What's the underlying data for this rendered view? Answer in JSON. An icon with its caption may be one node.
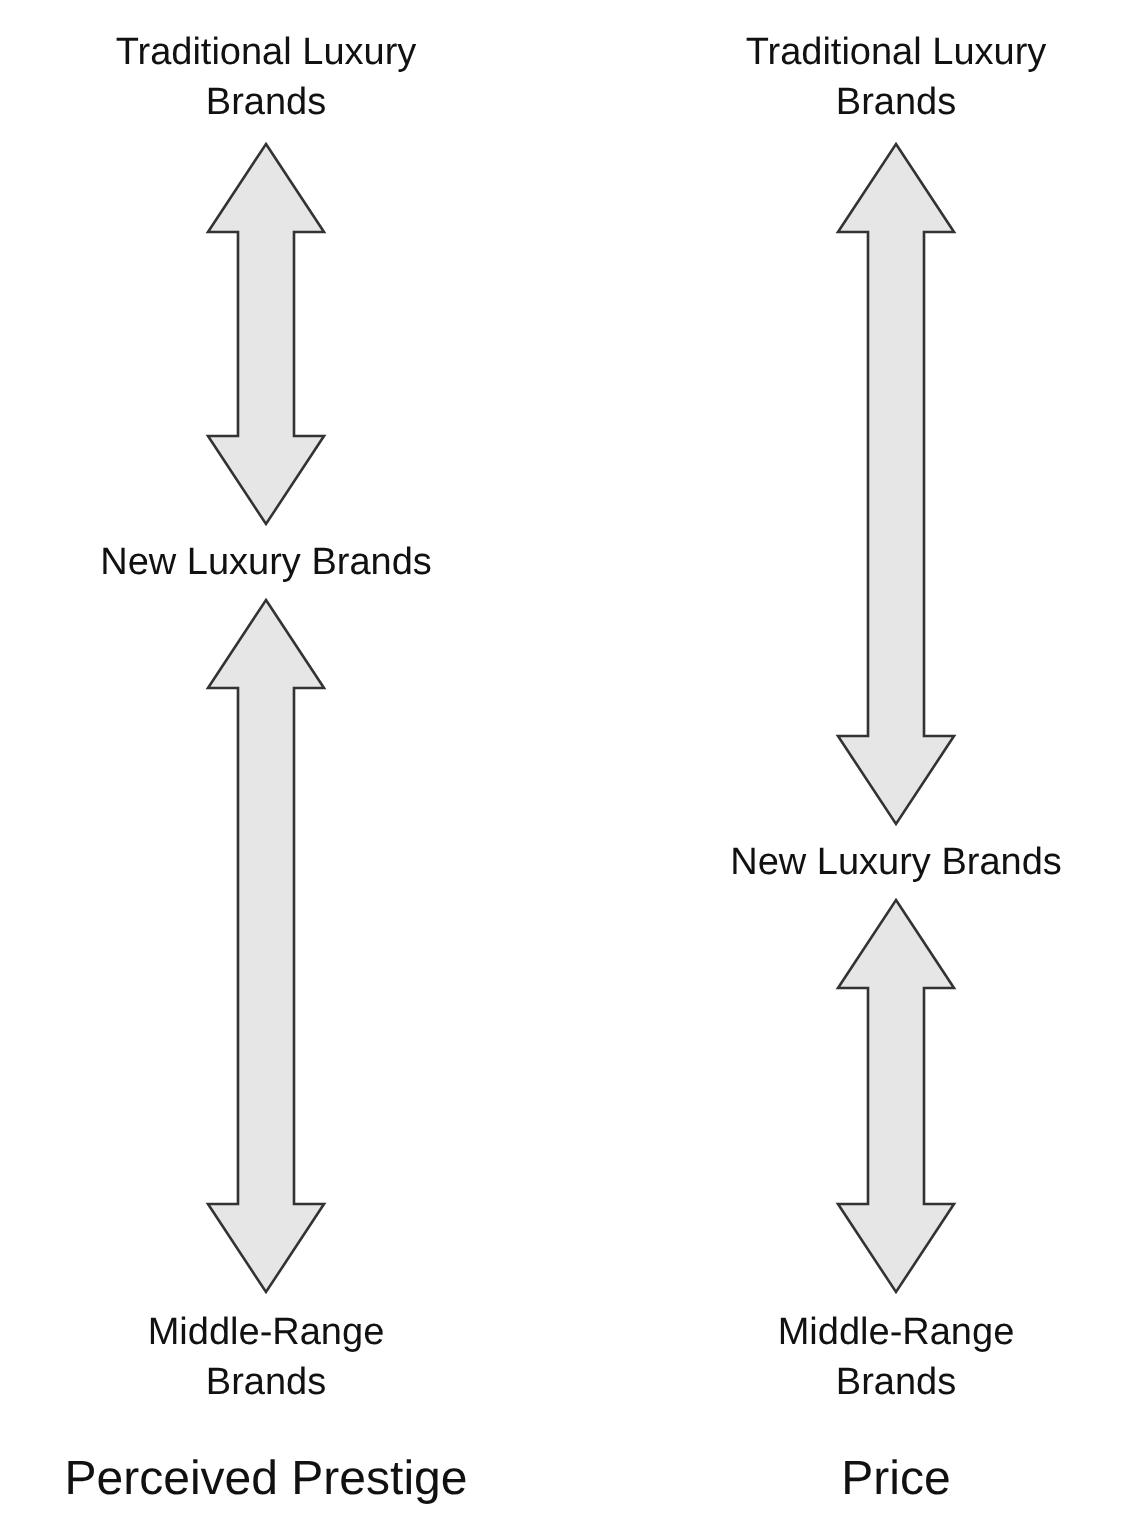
{
  "diagram": {
    "nodes": [
      {
        "text": [
          "Traditional Luxury Brands"
        ]
      },
      {
        "text": [
          "New Luxury Brands"
        ]
      },
      {
        "text": [
          "Middle-Range Brands"
        ]
      },
      {
        "text": [
          "Traditional Luxury Brands"
        ]
      },
      {
        "text": [
          "New Luxury Brands"
        ]
      },
      {
        "text": [
          "Middle-Range Brands"
        ]
      }
    ],
    "edges": [
      {
        "from": 0,
        "to": 1,
        "arrow": "both"
      },
      {
        "from": 1,
        "to": 2,
        "arrow": "both"
      },
      {
        "from": 3,
        "to": 4,
        "arrow": "both"
      },
      {
        "from": 4,
        "to": 5,
        "arrow": "both"
      }
    ],
    "labels": [
      "Perceived Prestige",
      "Price"
    ]
  }
}
